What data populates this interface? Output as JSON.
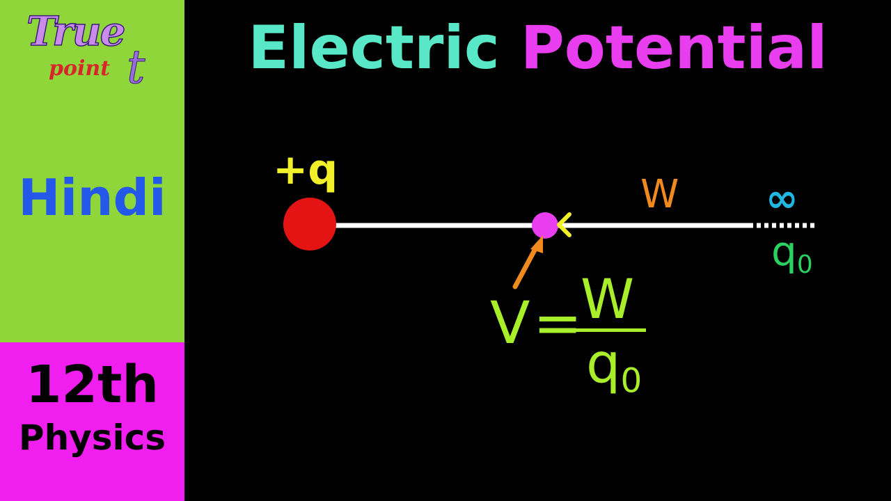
{
  "logo": {
    "true_text": "True",
    "point_text": "point",
    "tail_letter": "t"
  },
  "sidebar": {
    "language": "Hindi",
    "grade": "12th",
    "subject": "Physics"
  },
  "title": {
    "part1": "Electric",
    "part2": "Potential"
  },
  "diagram": {
    "charge_label": "+q",
    "work_label": "W",
    "infinity_label": "∞",
    "test_charge": "q",
    "test_charge_subscript": "0"
  },
  "formula": {
    "lhs": "V",
    "equals": "=",
    "numerator": "W",
    "denominator": "q",
    "denominator_subscript": "0"
  },
  "colors": {
    "sidebar_green": "#8fd63a",
    "sidebar_pink": "#f01ff0",
    "title_cyan": "#58e8c8",
    "title_magenta": "#e83ef0",
    "charge_red": "#e51414",
    "test_charge_pink": "#e83ef0",
    "formula_green": "#a8ee2a"
  }
}
